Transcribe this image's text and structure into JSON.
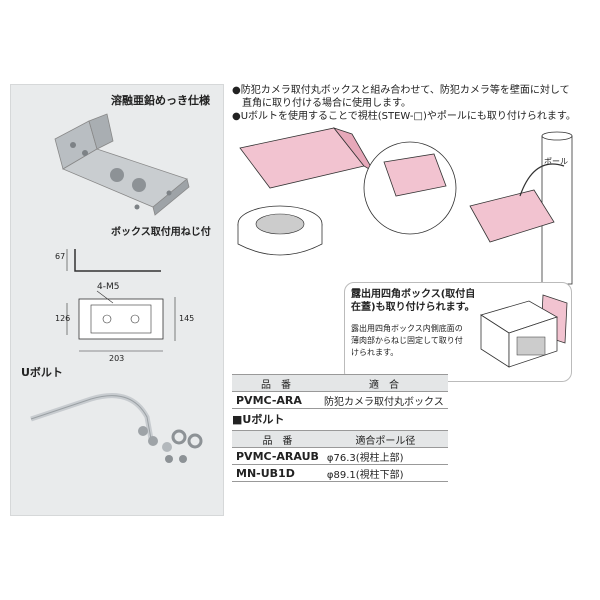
{
  "left": {
    "finish_label": "溶融亜鉛めっき仕様",
    "screw_label": "ボックス取付用ねじ付",
    "dims": {
      "height_top": "67",
      "hole_label": "4-M5",
      "inner_height": "126",
      "outer_height": "145",
      "width": "203"
    },
    "ubolt_title": "Uボルト"
  },
  "right": {
    "bullet1_line1": "●防犯カメラ取付丸ボックスと組み合わせて、防犯カメラ等を壁面に対して",
    "bullet1_line2": "直角に取り付ける場合に使用します。",
    "bullet2": "●Uボルトを使用することで視柱(STEW-□)やポールにも取り付けられます。",
    "pole_label": "ポール",
    "callout_title_line1": "露出用四角ボックス(取付自",
    "callout_title_line2": "在蓋)も取り付けられます。",
    "callout_body_line1": "露出用四角ボックス内側底面の",
    "callout_body_line2": "薄肉部からねじ固定して取り付",
    "callout_body_line3": "けられます。"
  },
  "table1": {
    "header_code": "品　番",
    "header_fit": "適　合",
    "rows": [
      {
        "code": "PVMC-ARA",
        "fit": "防犯カメラ取付丸ボックス"
      }
    ]
  },
  "ubolt_section": {
    "heading": "■Uボルト",
    "header_code": "品　番",
    "header_fit": "適合ポール径",
    "rows": [
      {
        "code": "PVMC-ARAUB",
        "fit": "φ76.3(視柱上部)"
      },
      {
        "code": "MN-UB1D",
        "fit": "φ89.1(視柱下部)"
      }
    ]
  },
  "colors": {
    "panel_bg": "#e9ebec",
    "bracket_pink": "#f2c3d0",
    "metal": "#c7cbce"
  }
}
